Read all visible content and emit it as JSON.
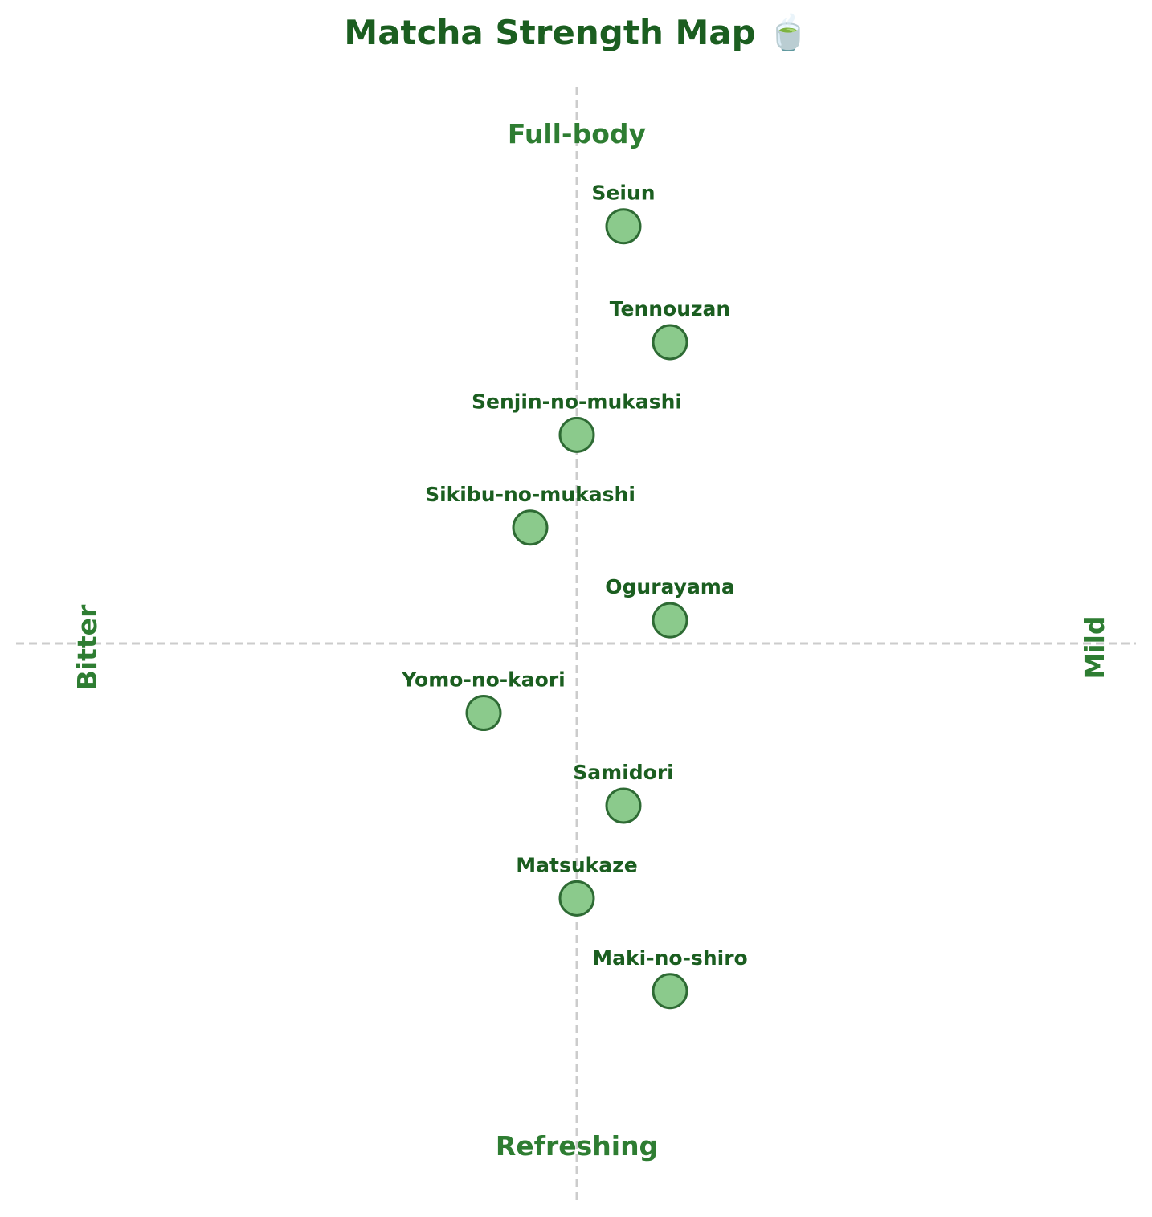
{
  "chart_data": {
    "type": "scatter",
    "title": "Matcha Strength Map 🍵",
    "quadrant_labels": {
      "top": "Full-body",
      "bottom": "Refreshing",
      "left": "Bitter",
      "right": "Mild"
    },
    "xlim": [
      -6,
      6
    ],
    "ylim": [
      -6,
      6
    ],
    "axes_lines": "dashed at x=0 and y=0",
    "grid": false,
    "points": [
      {
        "name": "Seiun",
        "x": 0.5,
        "y": 4.5
      },
      {
        "name": "Tennouzan",
        "x": 1.0,
        "y": 3.25
      },
      {
        "name": "Senjin-no-mukashi",
        "x": 0.0,
        "y": 2.25
      },
      {
        "name": "Sikibu-no-mukashi",
        "x": -0.5,
        "y": 1.25
      },
      {
        "name": "Ogurayama",
        "x": 1.0,
        "y": 0.25
      },
      {
        "name": "Yomo-no-kaori",
        "x": -1.0,
        "y": -0.75
      },
      {
        "name": "Samidori",
        "x": 0.5,
        "y": -1.75
      },
      {
        "name": "Matsukaze",
        "x": 0.0,
        "y": -2.75
      },
      {
        "name": "Maki-no-shiro",
        "x": 1.0,
        "y": -3.75
      }
    ],
    "colors": {
      "title": "#1b5e20",
      "quadrant_label": "#2e7d32",
      "point_label": "#1b5e20",
      "marker_fill": "#8bca8c",
      "marker_edge": "#2e6b34",
      "axis_line": "#cccccc"
    }
  }
}
